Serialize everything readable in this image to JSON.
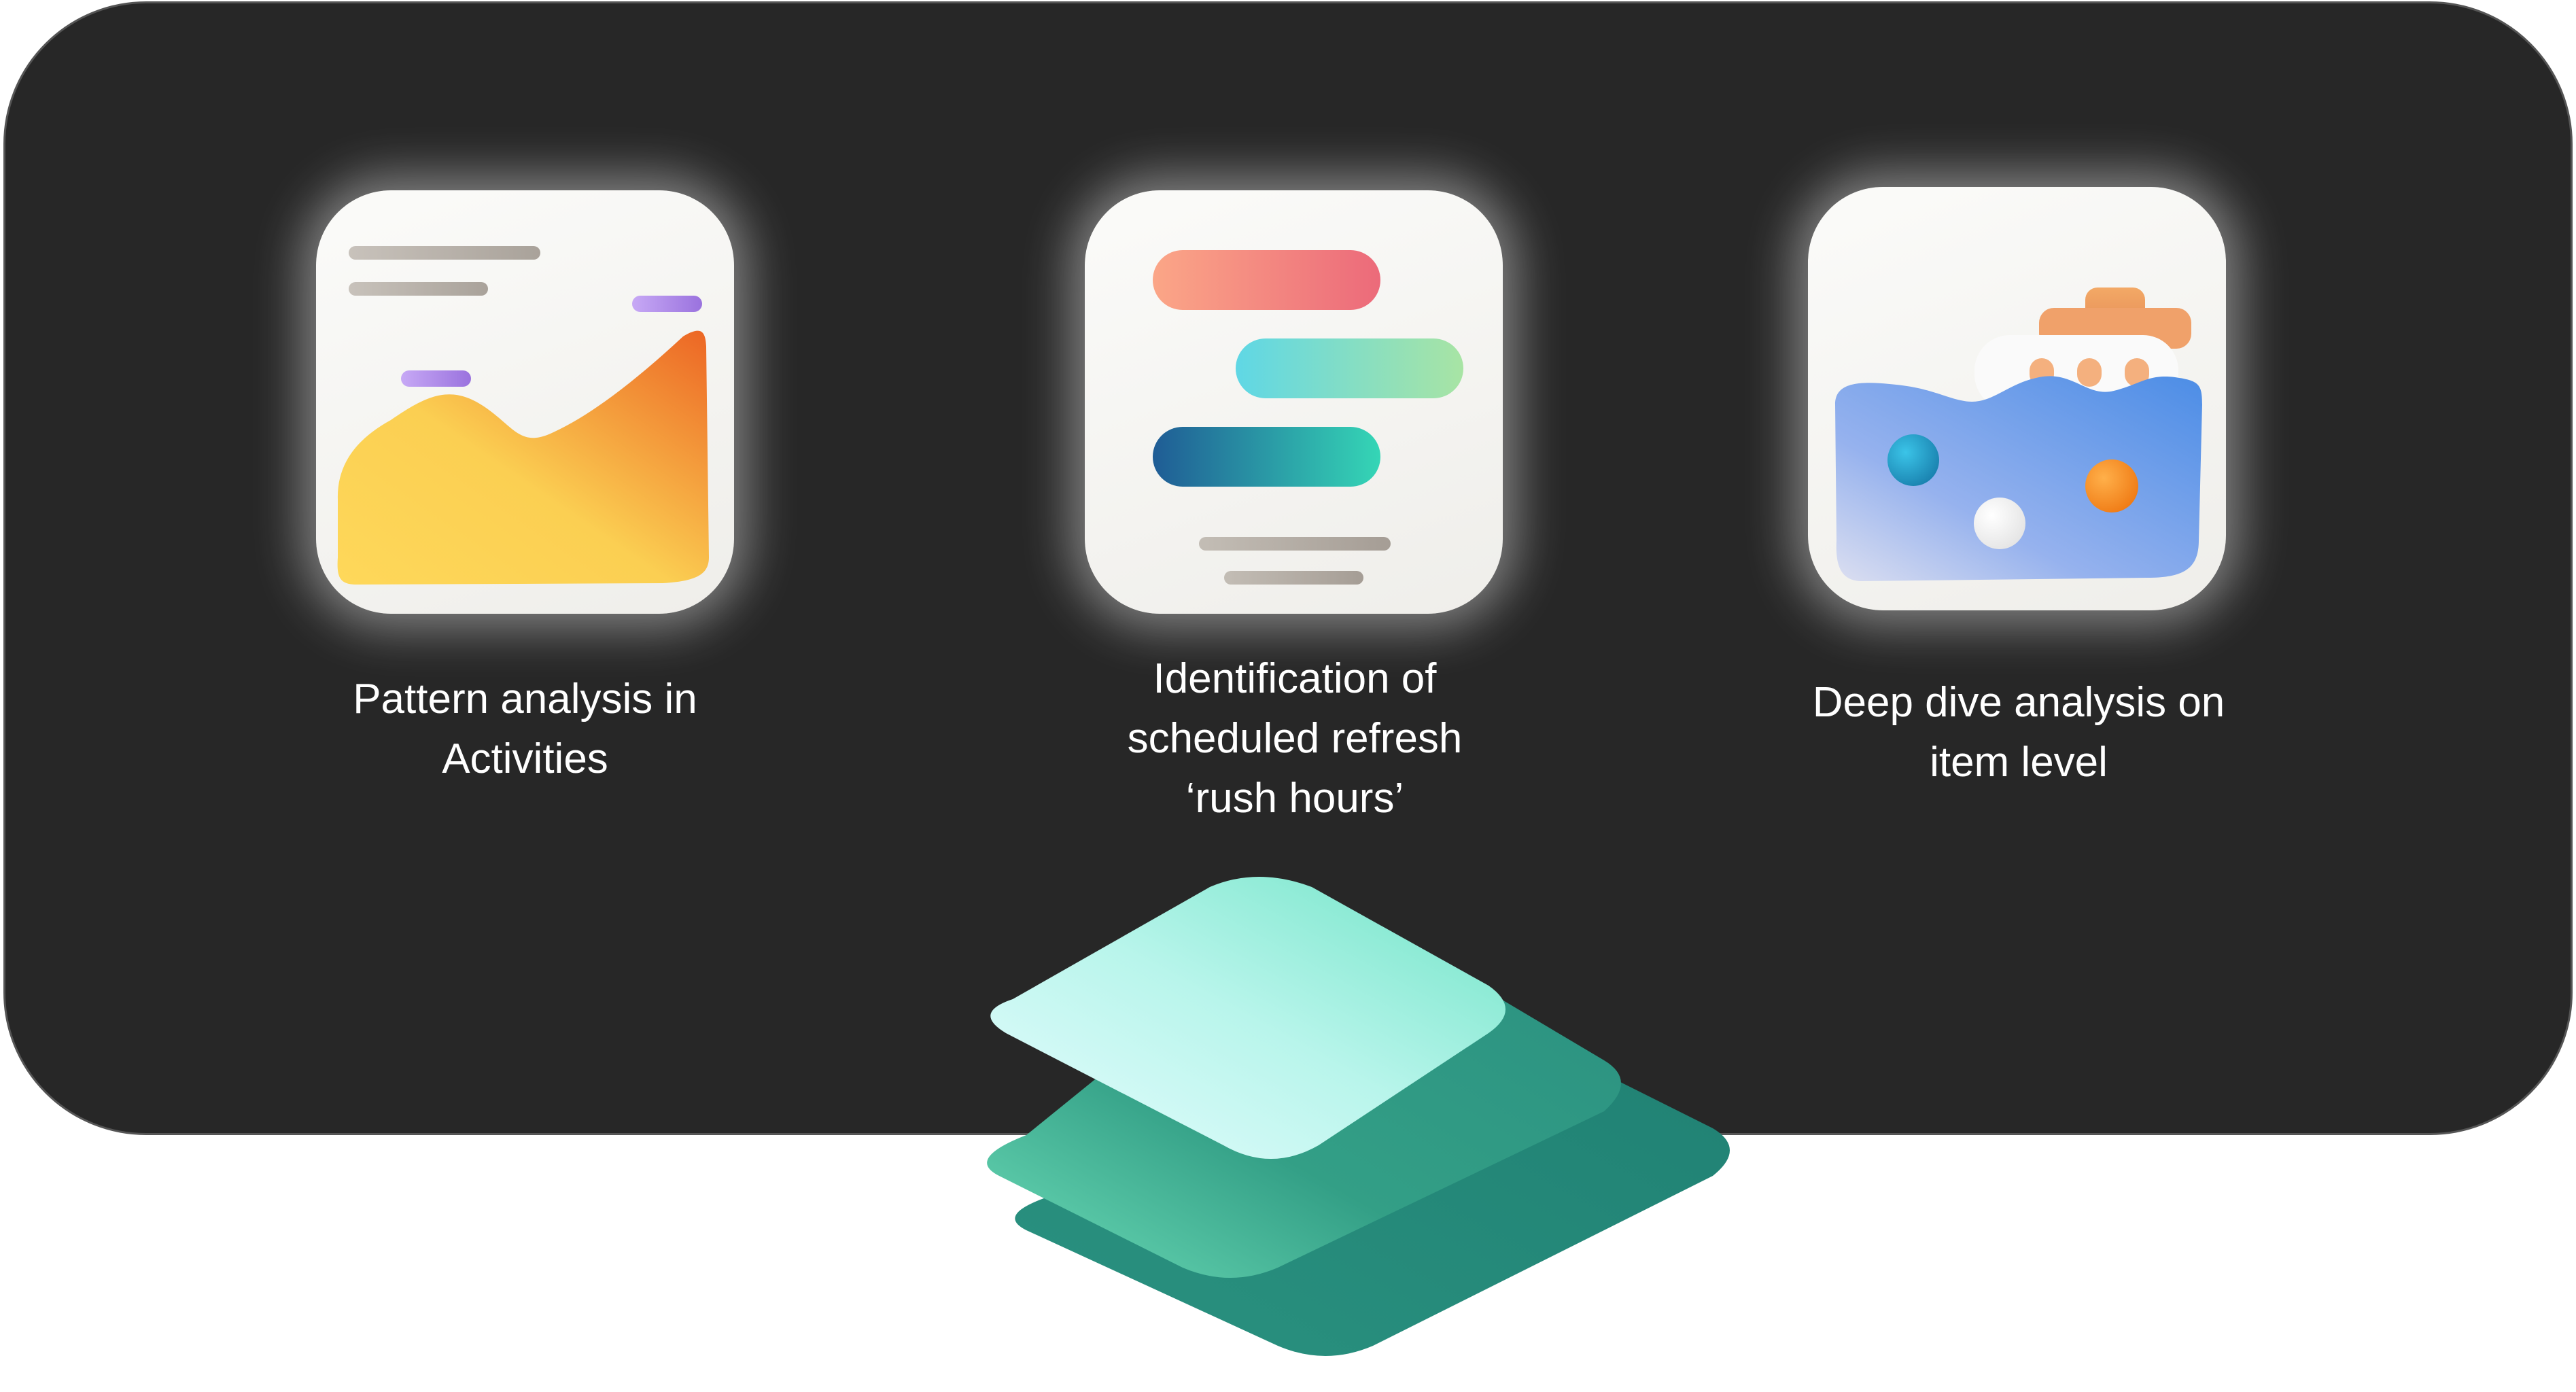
{
  "features": [
    {
      "id": "pattern",
      "icon": "area-chart-icon",
      "caption": "Pattern analysis in\nActivities"
    },
    {
      "id": "rush",
      "icon": "timeline-bars-icon",
      "caption": "Identification of\nscheduled refresh\n‘rush hours’"
    },
    {
      "id": "deep",
      "icon": "deep-dive-ship-icon",
      "caption": "Deep dive analysis on\nitem level"
    }
  ],
  "decoration": {
    "icon": "stacked-layers-icon"
  },
  "colors": {
    "panel": "#272727",
    "layer_top": "#bff8ee",
    "layer_mid": "#2f9e86",
    "layer_bottom": "#238676"
  }
}
